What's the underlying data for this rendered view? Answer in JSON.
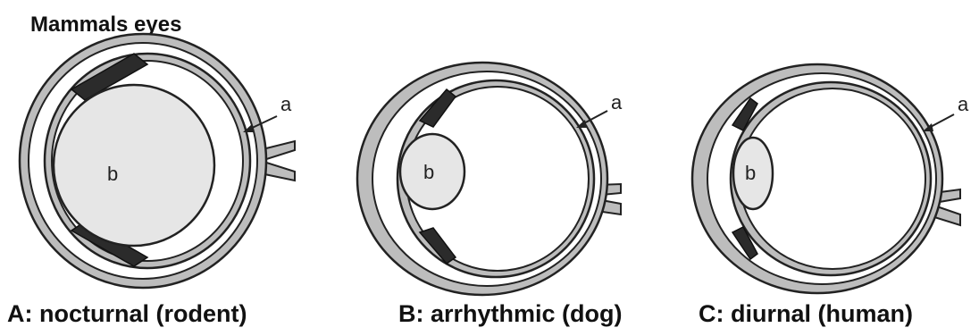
{
  "title": "Mammals eyes",
  "eyes": [
    {
      "caption": "A: nocturnal (rodent)",
      "label_lens": "b",
      "label_retina": "a"
    },
    {
      "caption": "B: arrhythmic (dog)",
      "label_lens": "b",
      "label_retina": "a"
    },
    {
      "caption": "C: diurnal (human)",
      "label_lens": "b",
      "label_retina": "a"
    }
  ],
  "colors": {
    "lens_fill": "#e6e6e6",
    "outer_layer": "#bdbdbd",
    "pigment": "#2b2b2b"
  }
}
